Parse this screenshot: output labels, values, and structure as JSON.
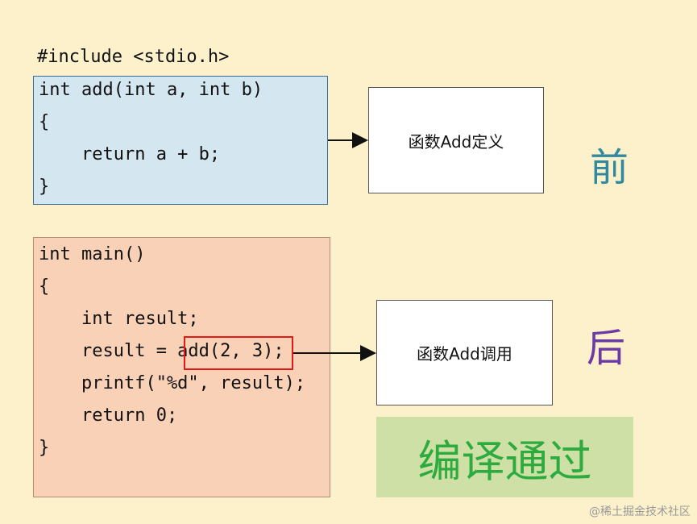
{
  "code": {
    "include": "#include <stdio.h>",
    "add_func": [
      "int add(int a, int b)",
      "{",
      "    return a + b;",
      "}"
    ],
    "main_func": [
      "int main()",
      "{",
      "    int result;",
      "    result = add(2, 3);",
      "    printf(\"%d\", result);",
      "    return 0;",
      "}"
    ]
  },
  "labels": {
    "definition": "函数Add定义",
    "call": "函数Add调用"
  },
  "markers": {
    "before": "前",
    "after": "后"
  },
  "result": "编译通过",
  "watermark": "@稀土掘金技术社区",
  "colors": {
    "definition_box": "#d4e6ef",
    "main_box": "#f9d1b6",
    "highlight": "#e41a1a",
    "before": "#2f8aa0",
    "after": "#6a3aa6",
    "result_text": "#2dab3e",
    "result_bg": "#cfe0a6"
  }
}
